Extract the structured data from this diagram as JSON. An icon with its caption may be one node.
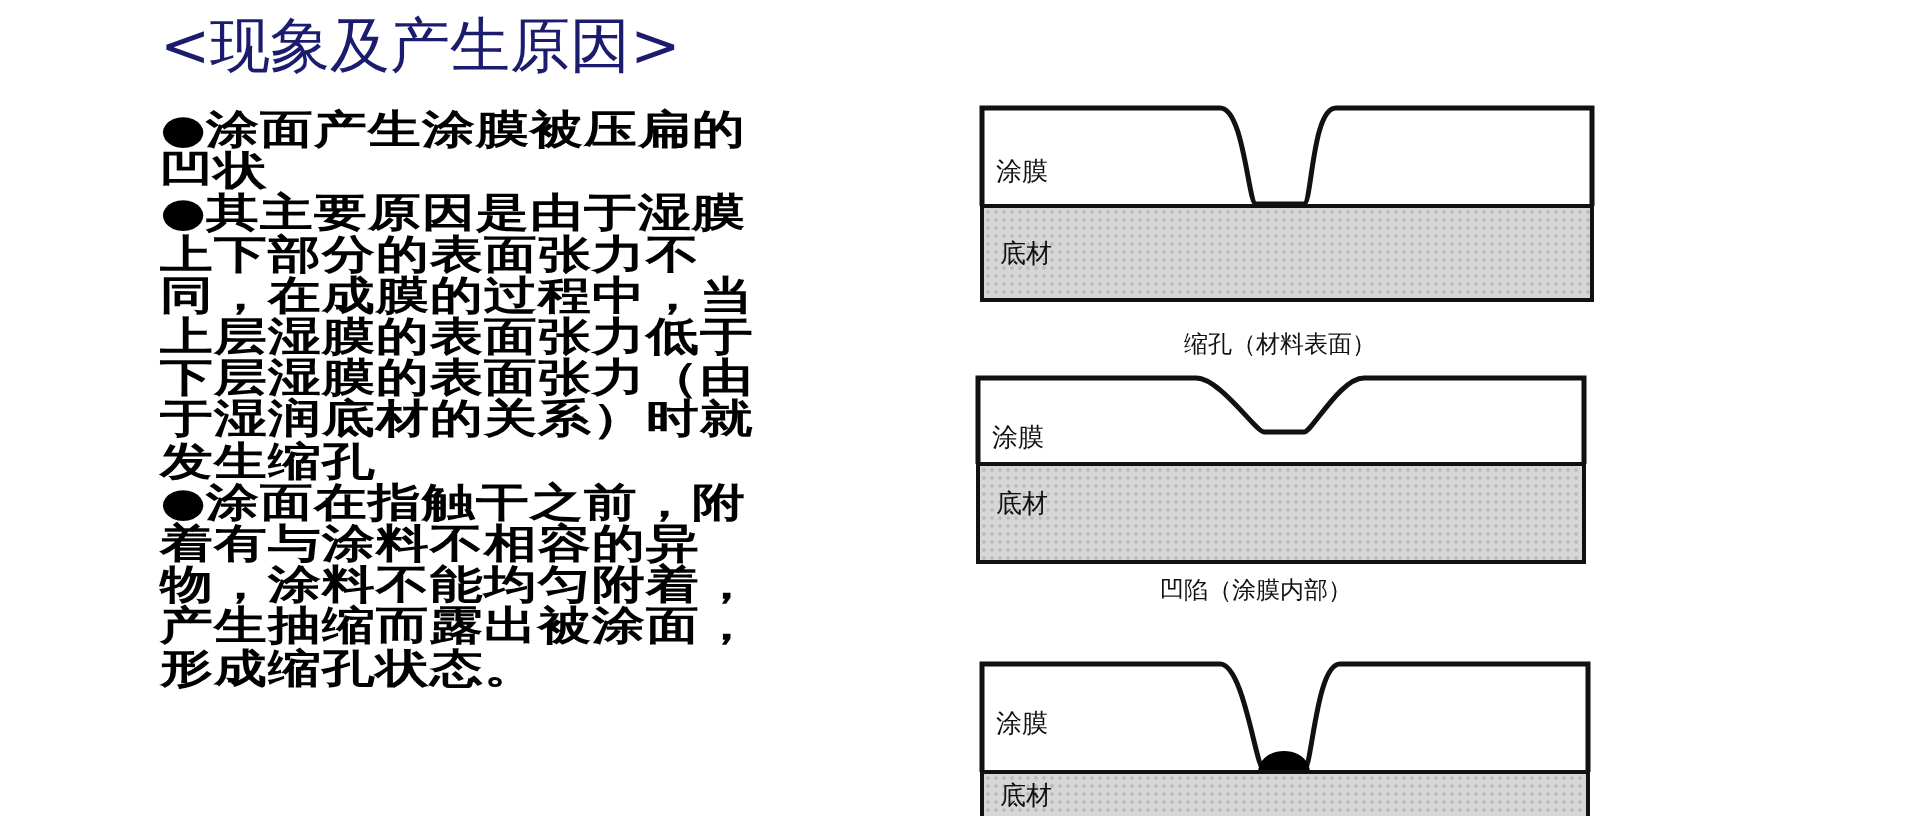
{
  "diagram": {
    "title": "<现象及产生原因>",
    "nodes": [
      {
        "text": [
          "涂膜"
        ]
      },
      {
        "text": [
          "底材"
        ]
      },
      {
        "text": [
          "涂膜"
        ]
      },
      {
        "text": [
          "底材"
        ]
      },
      {
        "text": [
          "涂膜"
        ]
      },
      {
        "text": [
          "底材"
        ]
      }
    ],
    "labels": [
      "●涂面产生涂膜被压扁的凹状",
      "●其主要原因是由于湿膜上下部分的表面张力不同，在成膜的过程中，当上层湿膜的表面张力低于下层湿膜的表面张力（由于湿润底材的关系）时就发生缩孔",
      "●涂面在指触干之前，附着有与涂料不相容的异物，涂料不能均匀附着，产生抽缩而露出被涂面，形成缩孔状态。",
      "缩孔（材料表面）",
      "凹陷（涂膜内部）"
    ]
  }
}
